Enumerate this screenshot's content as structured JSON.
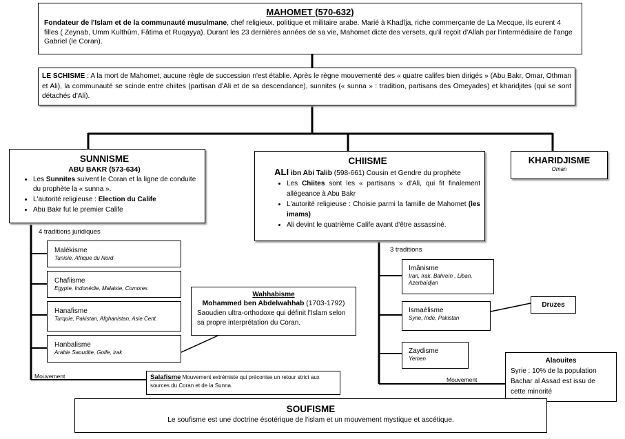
{
  "mahomet": {
    "title": "MAHOMET (570-632)",
    "lead": "Fondateur de l'Islam et de la communauté musulmane",
    "text": ", chef religieux, politique et militaire arabe. Marié à Khadîja, riche commerçante de La Mecque, ils eurent 4 filles ( Zeynab, Umm Kulthûm, Fâtima et Ruqayya). Durant les 23 dernières années de sa vie, Mahomet dicte des versets, qu'il reçoit d'Allah par l'intermédiaire de l'ange Gabriel (le Coran)."
  },
  "schisme": {
    "label": "LE SCHISME",
    "text": " : A la mort de Mahomet, aucune règle de succession n'est établie. Après le règne mouvementé des « quatre califes bien dirigés » (Abu Bakr, Omar, Othman et Ali), la communauté se scinde entre chiites (partisan d'Ali et de sa descendance), sunnites (« sunna » : tradition, partisans des Omeyades) et kharidjites (qui se sont détachés d'Ali)."
  },
  "sunnisme": {
    "title": "SUNNISME",
    "subtitle": "ABU BAKR (573-634)",
    "b1_pre": "Les ",
    "b1_strong": "Sunnites",
    "b1_post": " suivent le Coran et la ligne de conduite du prophète la « sunna ».",
    "b2_pre": "L'autorité religieuse : ",
    "b2_strong": "Election du Calife",
    "b3": "Abu Bakr fut le premier Calife",
    "traditions_label": "4 traditions juridiques",
    "mouvement_label": "Mouvement",
    "traditions": [
      {
        "name": "Malékisme",
        "places": "Tunisie, Afrique du Nord"
      },
      {
        "name": "Chafiisme",
        "places": "Egypte, Indonédie, Malaisie, Comores"
      },
      {
        "name": "Hanafisme",
        "places": "Turquie, Pakistan, Afghanistan, Asie Cent."
      },
      {
        "name": "Hanbalisme",
        "places": "Arabie Saoudite, Golfe, Irak"
      }
    ]
  },
  "wahhabisme": {
    "title": "Wahhabisme",
    "founder": "Mohammed ben Abdelwahhab",
    "dates": " (1703-1792)",
    "text": "Saoudien ultra-orthodoxe qui définit  l'Islam selon sa propre interprétation du Coran."
  },
  "salafisme": {
    "title": "Salafisme",
    "text": " Mouvement extrémiste qui préconise un retour strict aux sources du Coran et de la Sunna."
  },
  "chiisme": {
    "title": "CHIISME",
    "subtitle_strong": "ALI",
    "subtitle_mid": " ibn Abi Talib",
    "subtitle_rest": " (598-661) Cousin et Gendre du prophète",
    "b1_pre": "Les ",
    "b1_strong": "Chiites",
    "b1_post": " sont les « partisans » d'Ali, qui fit finalement allégeance à Abu Bakr",
    "b2_pre": "L'autorité religieuse : Choisie parmi la famille de Mahomet ",
    "b2_strong": "(les imams)",
    "b3": "Ali devint le quatrième Calife avant d'être assassiné.",
    "traditions_label": "3 traditions",
    "mouvement_label": "Mouvement",
    "traditions": [
      {
        "name": "Imânisme",
        "places": "Iran, Irak, Bahreïn , Liban, Azerbaïdjan"
      },
      {
        "name": "Ismaélisme",
        "places": "Syrie, Inde, Pakistan"
      },
      {
        "name": "Zaydisme",
        "places": "Yemen"
      }
    ]
  },
  "druzes": {
    "title": "Druzes"
  },
  "alaouites": {
    "title": "Alaouites",
    "text": "Syrie : 10% de la population Bachar al Assad est issu de cette minorité"
  },
  "kharidjisme": {
    "title": "KHARIDJISME",
    "places": "Oman"
  },
  "soufisme": {
    "title": "SOUFISME",
    "text": "Le soufisme est une doctrine ésotérique de l'islam et un mouvement mystique et ascétique."
  }
}
